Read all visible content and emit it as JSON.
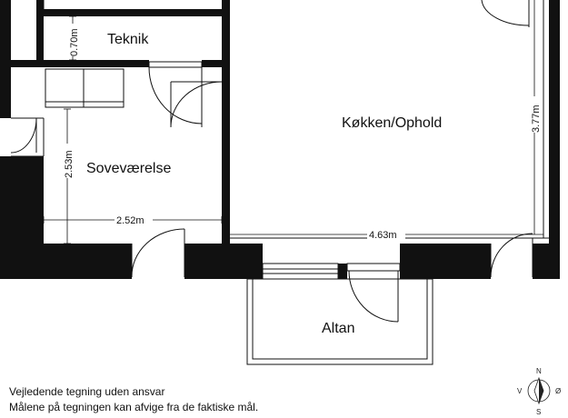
{
  "rooms": {
    "teknik": "Teknik",
    "sovevaerelse": "Soveværelse",
    "koekken": "Køkken/Ophold",
    "altan": "Altan"
  },
  "dimensions": {
    "teknik_width": "0.70m",
    "sove_height": "2.53m",
    "sove_width": "2.52m",
    "koekken_width": "4.63m",
    "koekken_height": "3.77m"
  },
  "notes": {
    "line1": "Vejledende tegning uden ansvar",
    "line2": "Målene på tegningen kan afvige fra de faktiske mål."
  },
  "compass": {
    "n": "N",
    "s": "S",
    "v": "V",
    "o": "Ø"
  }
}
